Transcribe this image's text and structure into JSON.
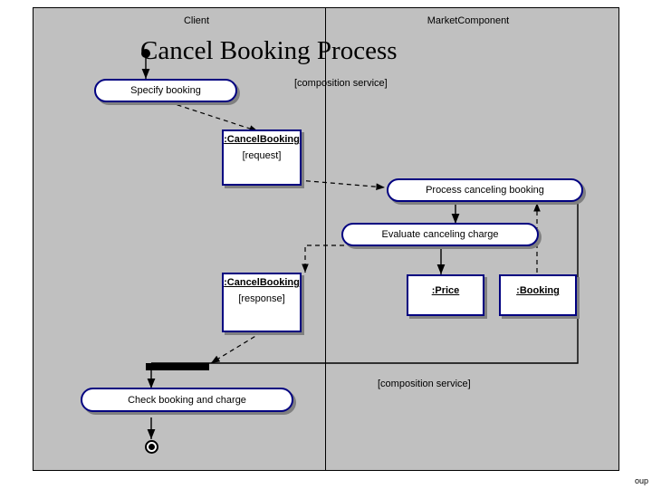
{
  "title": "Cancel Booking Process",
  "swimlanes": [
    {
      "name": "Client",
      "label": "Client"
    },
    {
      "name": "MarketComponent",
      "label": "MarketComponent"
    }
  ],
  "notes": [
    {
      "name": "composition-service-top",
      "label": "[composition service]"
    },
    {
      "name": "composition-service-bottom",
      "label": "[composition service]"
    }
  ],
  "nodes": {
    "specify_booking": "Specify booking",
    "process_canceling_booking": "Process canceling booking",
    "evaluate_canceling_charge": "Evaluate canceling charge",
    "check_booking_and_charge": "Check booking and charge"
  },
  "objects": [
    {
      "name": "cancel-booking-request",
      "title": ":CancelBooking",
      "state": "[request]"
    },
    {
      "name": "cancel-booking-response",
      "title": ":CancelBooking",
      "state": "[response]"
    },
    {
      "name": "price",
      "title": ":Price",
      "state": ""
    },
    {
      "name": "booking",
      "title": ":Booking",
      "state": ""
    }
  ],
  "corner_text": "oup",
  "colors": {
    "canvas": "#c0c0c0",
    "node_border": "#000080",
    "node_fill": "#ffffff",
    "shadow": "#808080",
    "edge": "#000000"
  }
}
